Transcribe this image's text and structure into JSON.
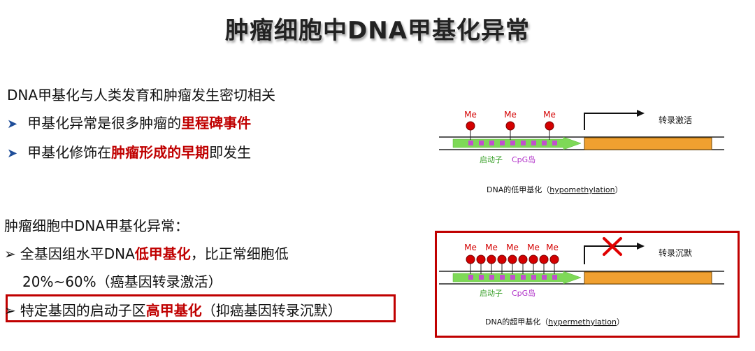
{
  "title": "肿瘤细胞中DNA甲基化异常",
  "section1": {
    "heading": "DNA甲基化与人类发育和肿瘤发生密切相关",
    "bullet1": {
      "pre": "甲基化异常是很多肿瘤的",
      "hl": "里程碑事件",
      "post": ""
    },
    "bullet2": {
      "pre": "甲基化修饰在",
      "hl": "肿瘤形成的早期",
      "post": "即发生"
    }
  },
  "section2": {
    "heading": "肿瘤细胞中DNA甲基化异常：",
    "bullet1": {
      "pre": "全基因组水平DNA",
      "hl": "低甲基化",
      "post": "，比正常细胞低"
    },
    "bullet1_cont": "20%~60%（癌基因转录激活）",
    "bullet2": {
      "pre": "特定基因的启动子区",
      "hl": "高甲基化",
      "post": "（抑癌基因转录沉默）"
    }
  },
  "diagram_top": {
    "me_label": "Me",
    "promoter_label": "启动子",
    "cpg_label": "CpG岛",
    "state_label": "转录激活",
    "caption_pre": "DNA的低甲基化（",
    "caption_en": "hypomethylation",
    "caption_post": "）"
  },
  "diagram_bottom": {
    "me_label": "Me",
    "promoter_label": "启动子",
    "cpg_label": "CpG岛",
    "state_label": "转录沉默",
    "caption_pre": "DNA的超甲基化（",
    "caption_en": "hypermethylation",
    "caption_post": "）"
  },
  "colors": {
    "accent_red": "#c00000",
    "promoter_green": "#7ed957",
    "cpg_magenta": "#c24fd0",
    "gene_orange": "#f0a030",
    "me_red": "#d40000"
  }
}
